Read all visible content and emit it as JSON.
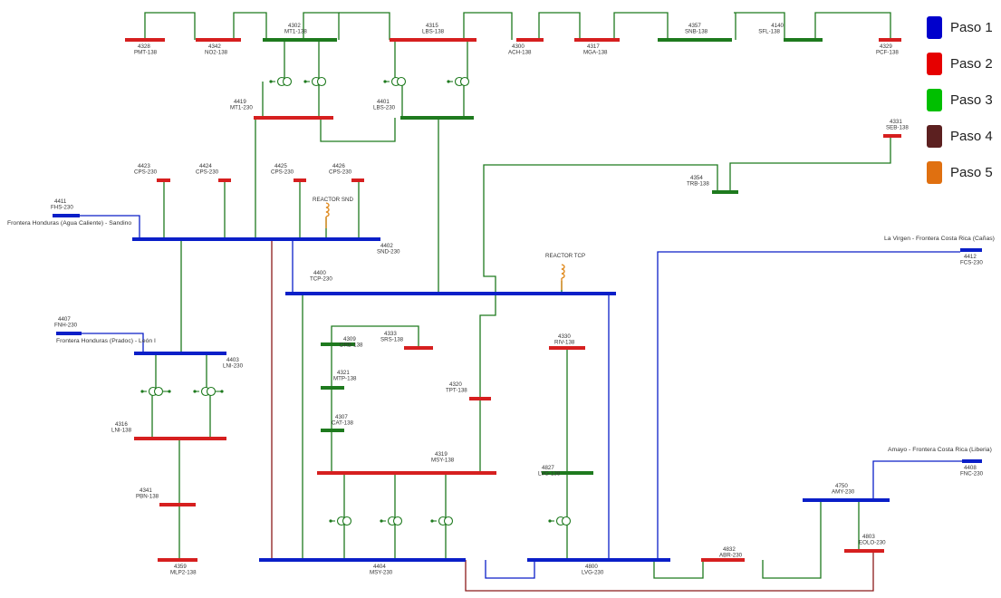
{
  "legend": {
    "items": [
      {
        "label": "Paso 1",
        "color": "#0000cc"
      },
      {
        "label": "Paso 2",
        "color": "#e60000"
      },
      {
        "label": "Paso 3",
        "color": "#00bf00"
      },
      {
        "label": "Paso 4",
        "color": "#5c2020"
      },
      {
        "label": "Paso 5",
        "color": "#e07010"
      }
    ]
  },
  "bus_colors": {
    "blue": "#0a1fc8",
    "red": "#d61f1f",
    "green": "#1e7a1e",
    "brown": "#8b1a1a",
    "orange": "#e08a1e"
  },
  "buses": [
    {
      "id": "b4328",
      "num": "4328",
      "name": "PMT-138",
      "color": "red"
    },
    {
      "id": "b4342",
      "num": "4342",
      "name": "NO2-138",
      "color": "red"
    },
    {
      "id": "b4302",
      "num": "4302",
      "name": "MT1-138",
      "color": "green"
    },
    {
      "id": "b4315",
      "num": "4315",
      "name": "LBS-138",
      "color": "red"
    },
    {
      "id": "b4300",
      "num": "4300",
      "name": "ACH-138",
      "color": "red"
    },
    {
      "id": "b4317",
      "num": "4317",
      "name": "MGA-138",
      "color": "red"
    },
    {
      "id": "b4357",
      "num": "4357",
      "name": "SNB-138",
      "color": "green"
    },
    {
      "id": "b4140",
      "num": "4140",
      "name": "SFL-138",
      "color": "green"
    },
    {
      "id": "b4329",
      "num": "4329",
      "name": "PCF-138",
      "color": "red"
    },
    {
      "id": "b4419",
      "num": "4419",
      "name": "MT1-230",
      "color": "red"
    },
    {
      "id": "b4401",
      "num": "4401",
      "name": "LBS-230",
      "color": "green"
    },
    {
      "id": "b4331",
      "num": "4331",
      "name": "SEB-138",
      "color": "red"
    },
    {
      "id": "b4354",
      "num": "4354",
      "name": "TRB-138",
      "color": "green"
    },
    {
      "id": "b4423",
      "num": "4423",
      "name": "CPS-230",
      "color": "red"
    },
    {
      "id": "b4424",
      "num": "4424",
      "name": "CPS-230",
      "color": "red"
    },
    {
      "id": "b4425",
      "num": "4425",
      "name": "CPS-230",
      "color": "red"
    },
    {
      "id": "b4426",
      "num": "4426",
      "name": "CPS-230",
      "color": "red"
    },
    {
      "id": "b4411",
      "num": "4411",
      "name": "FHS-230",
      "color": "blue"
    },
    {
      "id": "b4402",
      "num": "4402",
      "name": "SND-230",
      "color": "blue"
    },
    {
      "id": "b4400",
      "num": "4400",
      "name": "TCP-230",
      "color": "blue"
    },
    {
      "id": "b4412",
      "num": "4412",
      "name": "FCS-230",
      "color": "blue"
    },
    {
      "id": "b4407",
      "num": "4407",
      "name": "FNH-230",
      "color": "blue"
    },
    {
      "id": "b4403",
      "num": "4403",
      "name": "LNI-230",
      "color": "blue"
    },
    {
      "id": "b4309",
      "num": "4309",
      "name": "DRB-138",
      "color": "green"
    },
    {
      "id": "b4333",
      "num": "4333",
      "name": "SRS-138",
      "color": "red"
    },
    {
      "id": "b4330",
      "num": "4330",
      "name": "RIV-138",
      "color": "red"
    },
    {
      "id": "b4321",
      "num": "4321",
      "name": "MTP-138",
      "color": "green"
    },
    {
      "id": "b4320",
      "num": "4320",
      "name": "TPT-138",
      "color": "red"
    },
    {
      "id": "b4307",
      "num": "4307",
      "name": "CAT-138",
      "color": "green"
    },
    {
      "id": "b4316",
      "num": "4316",
      "name": "LNI-138",
      "color": "red"
    },
    {
      "id": "b4319",
      "num": "4319",
      "name": "MSY-138",
      "color": "red"
    },
    {
      "id": "b4827",
      "num": "4827",
      "name": "LVG-138",
      "color": "green"
    },
    {
      "id": "b4341",
      "num": "4341",
      "name": "PBN-138",
      "color": "red"
    },
    {
      "id": "b4750",
      "num": "4750",
      "name": "AMY-230",
      "color": "blue"
    },
    {
      "id": "b4408",
      "num": "4408",
      "name": "FNC-230",
      "color": "blue"
    },
    {
      "id": "b4803",
      "num": "4803",
      "name": "EOLO-230",
      "color": "red"
    },
    {
      "id": "b4832",
      "num": "4832",
      "name": "ABR-230",
      "color": "red"
    },
    {
      "id": "b4359",
      "num": "4359",
      "name": "MLP2-138",
      "color": "red"
    },
    {
      "id": "b4404",
      "num": "4404",
      "name": "MSY-230",
      "color": "blue"
    },
    {
      "id": "b4800",
      "num": "4800",
      "name": "LVG-230",
      "color": "blue"
    }
  ],
  "annotations": {
    "sandino": "Frontera Honduras (Agua Caliente) - Sandino",
    "leon": "Frontera Honduras (Pradoc) - León I",
    "canas": "La Virgen - Frontera Costa Rica (Cañas)",
    "liberia": "Amayo - Frontera Costa Rica (Liberia)",
    "reactor_snd": "REACTOR SND",
    "reactor_tcp": "REACTOR TCP"
  }
}
